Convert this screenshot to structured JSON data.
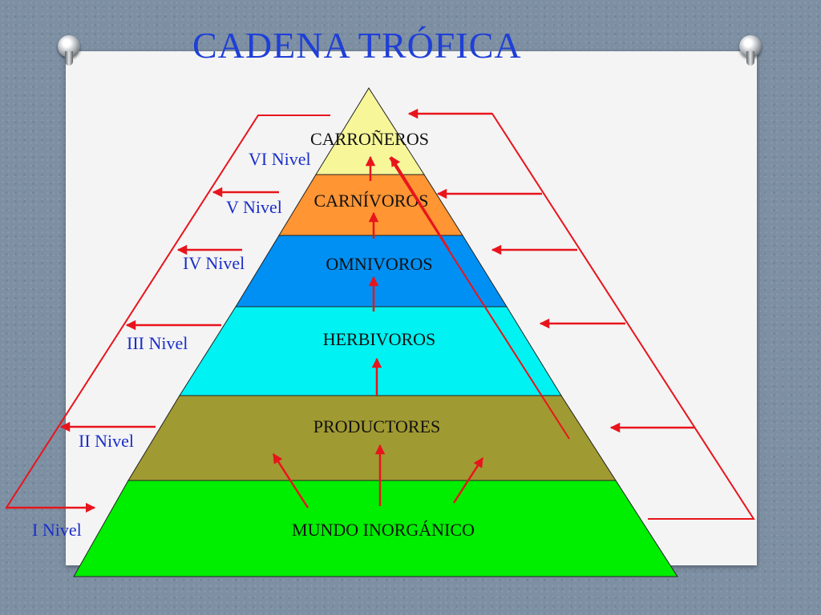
{
  "title": "CADENA TRÓFICA",
  "layers": [
    {
      "label": "MUNDO INORGÁNICO",
      "color": "#00ee00"
    },
    {
      "label": "PRODUCTORES",
      "color": "#a09a32"
    },
    {
      "label": "HERBIVOROS",
      "color": "#00f2f2"
    },
    {
      "label": "OMNIVOROS",
      "color": "#0090f4"
    },
    {
      "label": "CARNÍVOROS",
      "color": "#ff9533"
    },
    {
      "label": "CARROÑEROS",
      "color": "#f7f79a"
    }
  ],
  "levels": [
    "I Nivel",
    "II Nivel",
    "III Nivel",
    "IV Nivel",
    "V Nivel",
    "VI Nivel"
  ],
  "colors": {
    "arrows": "#e8141c",
    "level_text": "#1a2ec8",
    "title": "#1f3fd6"
  }
}
